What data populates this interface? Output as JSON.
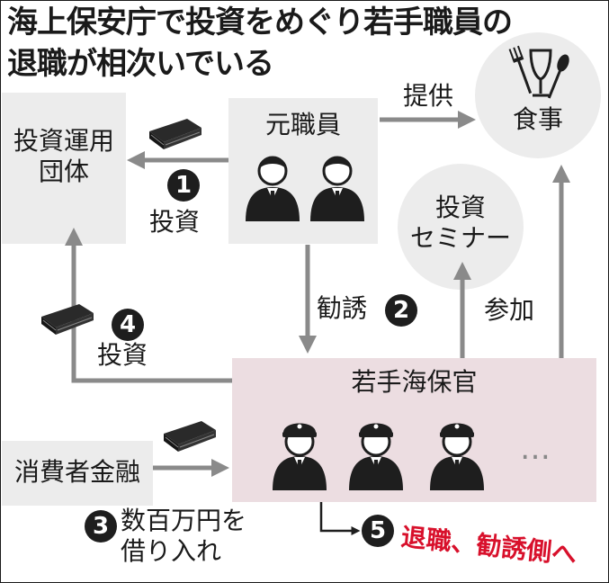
{
  "title": {
    "line1": "海上保安庁で投資をめぐり若手職員の",
    "line2": "退職が相次いでいる"
  },
  "nodes": {
    "former_staff": "元職員",
    "investment_group_line1": "投資運用",
    "investment_group_line2": "団体",
    "meal": "食事",
    "seminar_line1": "投資",
    "seminar_line2": "セミナー",
    "young_officers": "若手海保官",
    "consumer_finance": "消費者金融"
  },
  "edges": {
    "provide": "提供",
    "invest_1": "投資",
    "solicit": "勧誘",
    "attend": "参加",
    "invest_4": "投資",
    "borrow_line1": "数百万円を",
    "borrow_line2": "借り入れ",
    "retire": "退職、勧誘側へ",
    "more": "…"
  },
  "steps": {
    "s1": "1",
    "s2": "2",
    "s3": "3",
    "s4": "4",
    "s5": "5"
  },
  "colors": {
    "arrow": "#8a8a8a",
    "box": "#ececec",
    "pink": "#ecdde1",
    "accent": "#d8102b",
    "figure": "#1e1e1e"
  }
}
